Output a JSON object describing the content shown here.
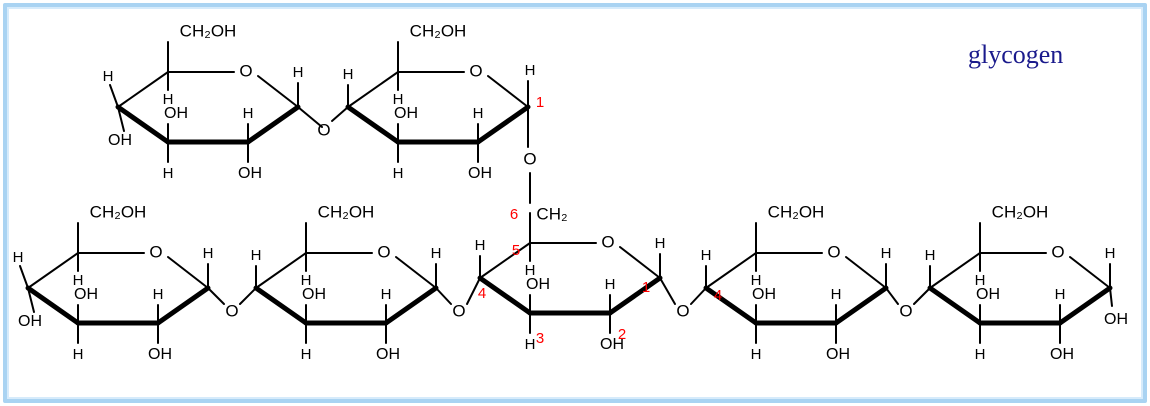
{
  "title": "glycogen",
  "colors": {
    "bond": "#000000",
    "label": "#000000",
    "number": "#ff0000",
    "title": "#1a1a8c",
    "frame": "#a9d3f2"
  },
  "labels": {
    "ch2oh": "CH₂OH",
    "ch2": "CH₂",
    "o": "O",
    "h": "H",
    "oh": "OH"
  },
  "carbon_numbers": [
    "1",
    "2",
    "3",
    "4",
    "5",
    "6",
    "1",
    "4"
  ]
}
